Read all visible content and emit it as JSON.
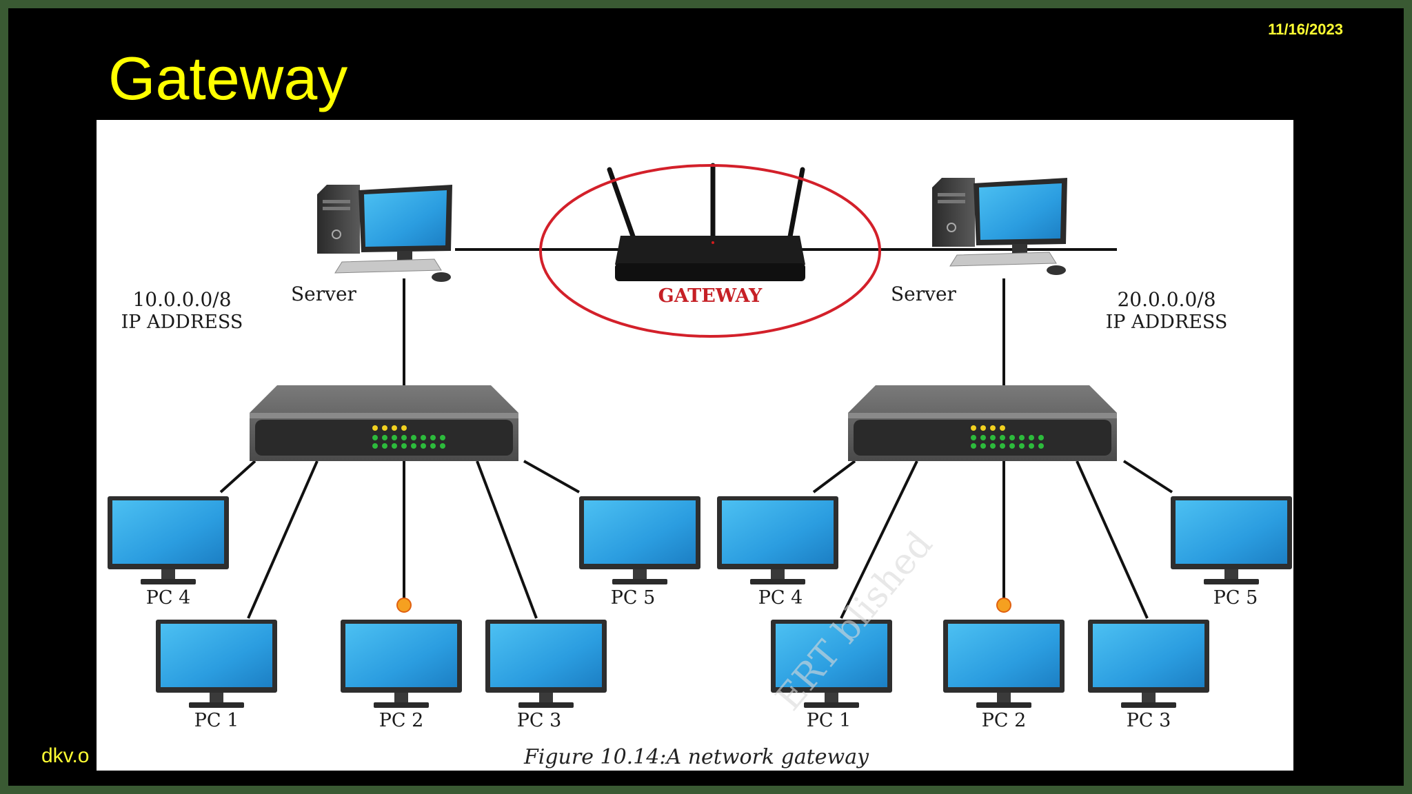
{
  "slide": {
    "date": "11/16/2023",
    "title": "Gateway",
    "footer": "dkv.o"
  },
  "figure": {
    "gateway_label": "GATEWAY",
    "left_network": {
      "ip_line1": "10.0.0.0/8",
      "ip_line2": "IP ADDRESS",
      "server_label": "Server",
      "pcs": [
        "PC 4",
        "PC 1",
        "PC 2",
        "PC 3",
        "PC 5"
      ]
    },
    "right_network": {
      "ip_line1": "20.0.0.0/8",
      "ip_line2": "IP ADDRESS",
      "server_label": "Server",
      "pcs": [
        "PC 4",
        "PC 1",
        "PC 2",
        "PC 3",
        "PC 5"
      ]
    },
    "caption": "Figure 10.14:A network gateway",
    "watermark": "ERT  blished"
  },
  "colors": {
    "slide_bg": "#000000",
    "border": "#3a5a33",
    "title": "#ffff00",
    "gateway_circle": "#d3202a",
    "monitor_screen": "#38a9e8"
  }
}
